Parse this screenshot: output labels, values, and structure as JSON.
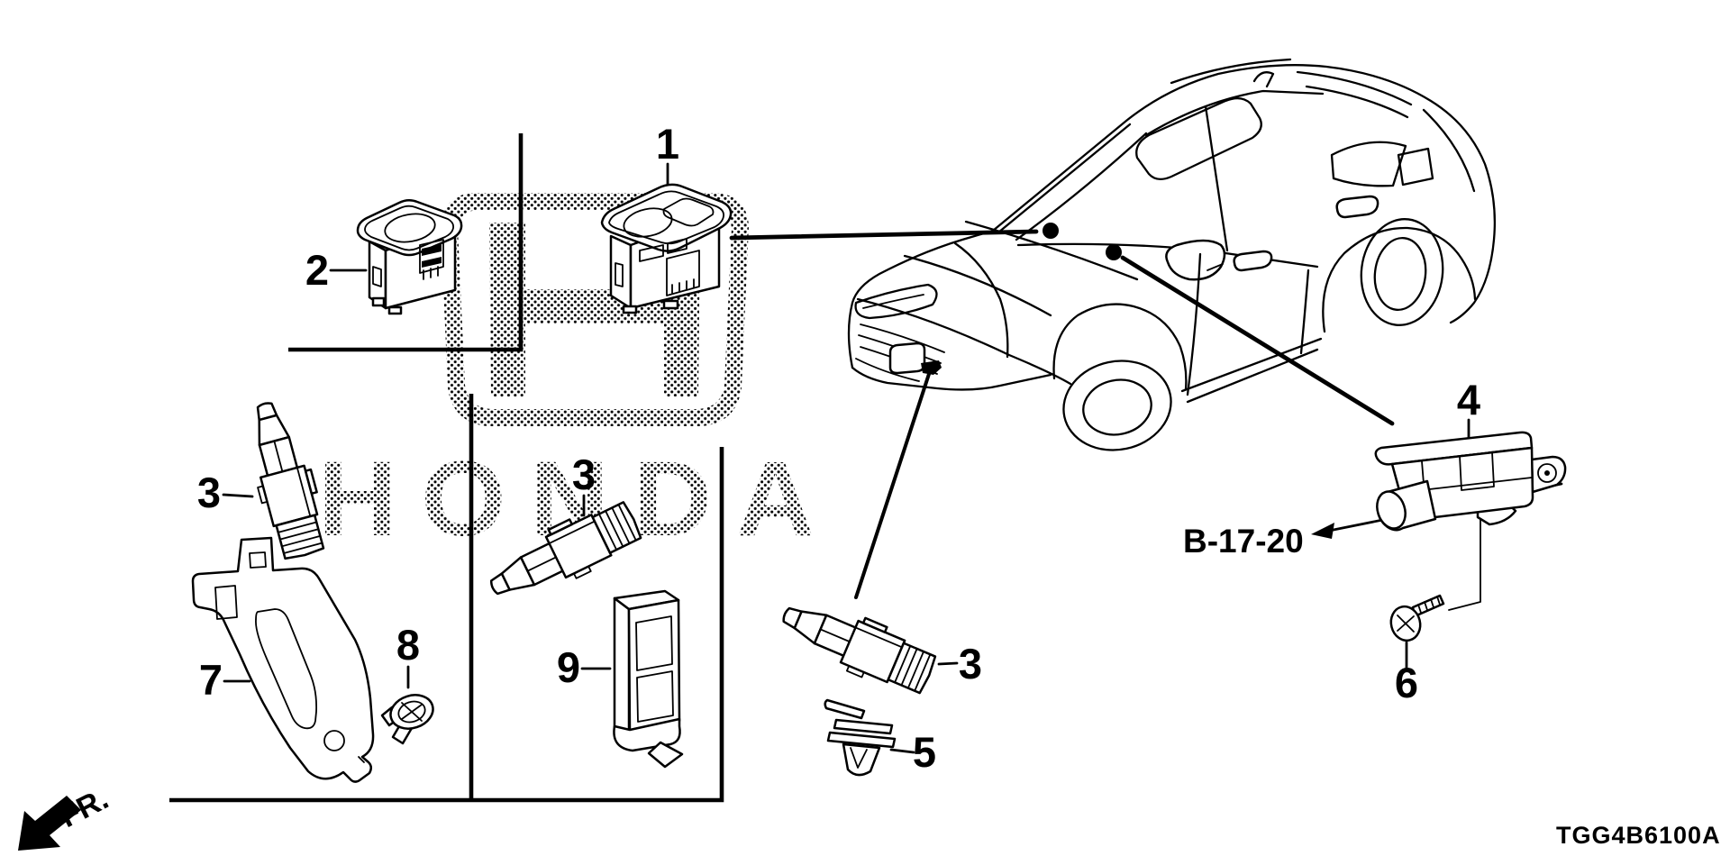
{
  "diagram": {
    "diagram_code": "TGG4B6100A",
    "reference_code": "B-17-20",
    "orientation_label": "FR.",
    "watermark_text": "HONDA",
    "colors": {
      "line": "#000000",
      "background": "#ffffff"
    },
    "callouts": {
      "p1": "1",
      "p2": "2",
      "p3_left": "3",
      "p3_mid": "3",
      "p3_right": "3",
      "p4": "4",
      "p5": "5",
      "p6": "6",
      "p7": "7",
      "p8": "8",
      "p9": "9"
    }
  }
}
